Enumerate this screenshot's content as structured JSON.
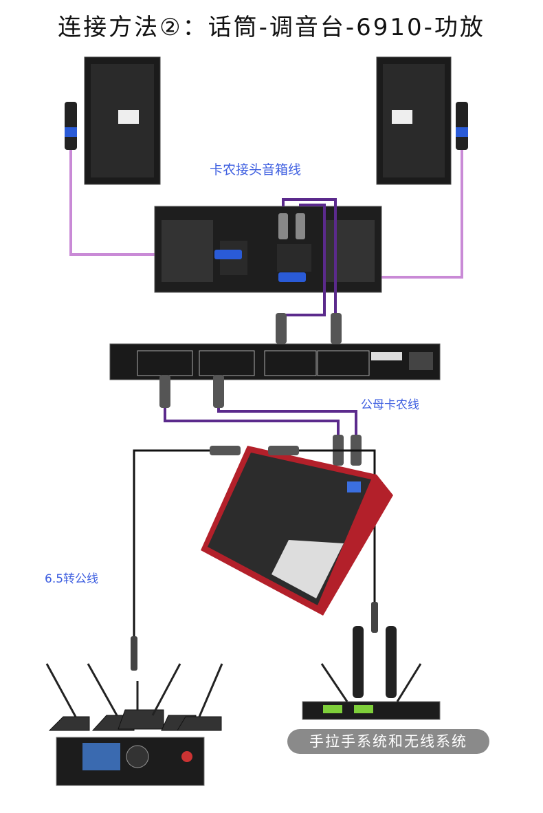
{
  "title": "连接方法②：话筒-调音台-6910-功放",
  "labels": {
    "speaker_cable": "卡农接头音箱线",
    "xlr_cable": "公母卡农线",
    "jack_cable": "6.5转公线",
    "bottom_systems": "手拉手系统和无线系统"
  },
  "colors": {
    "label_blue": "#3d5ee0",
    "speaker_cable": "#c98ad6",
    "xlr_cable": "#5b2a8c",
    "jack_cable": "#111111",
    "mixer_red": "#b3202a"
  }
}
